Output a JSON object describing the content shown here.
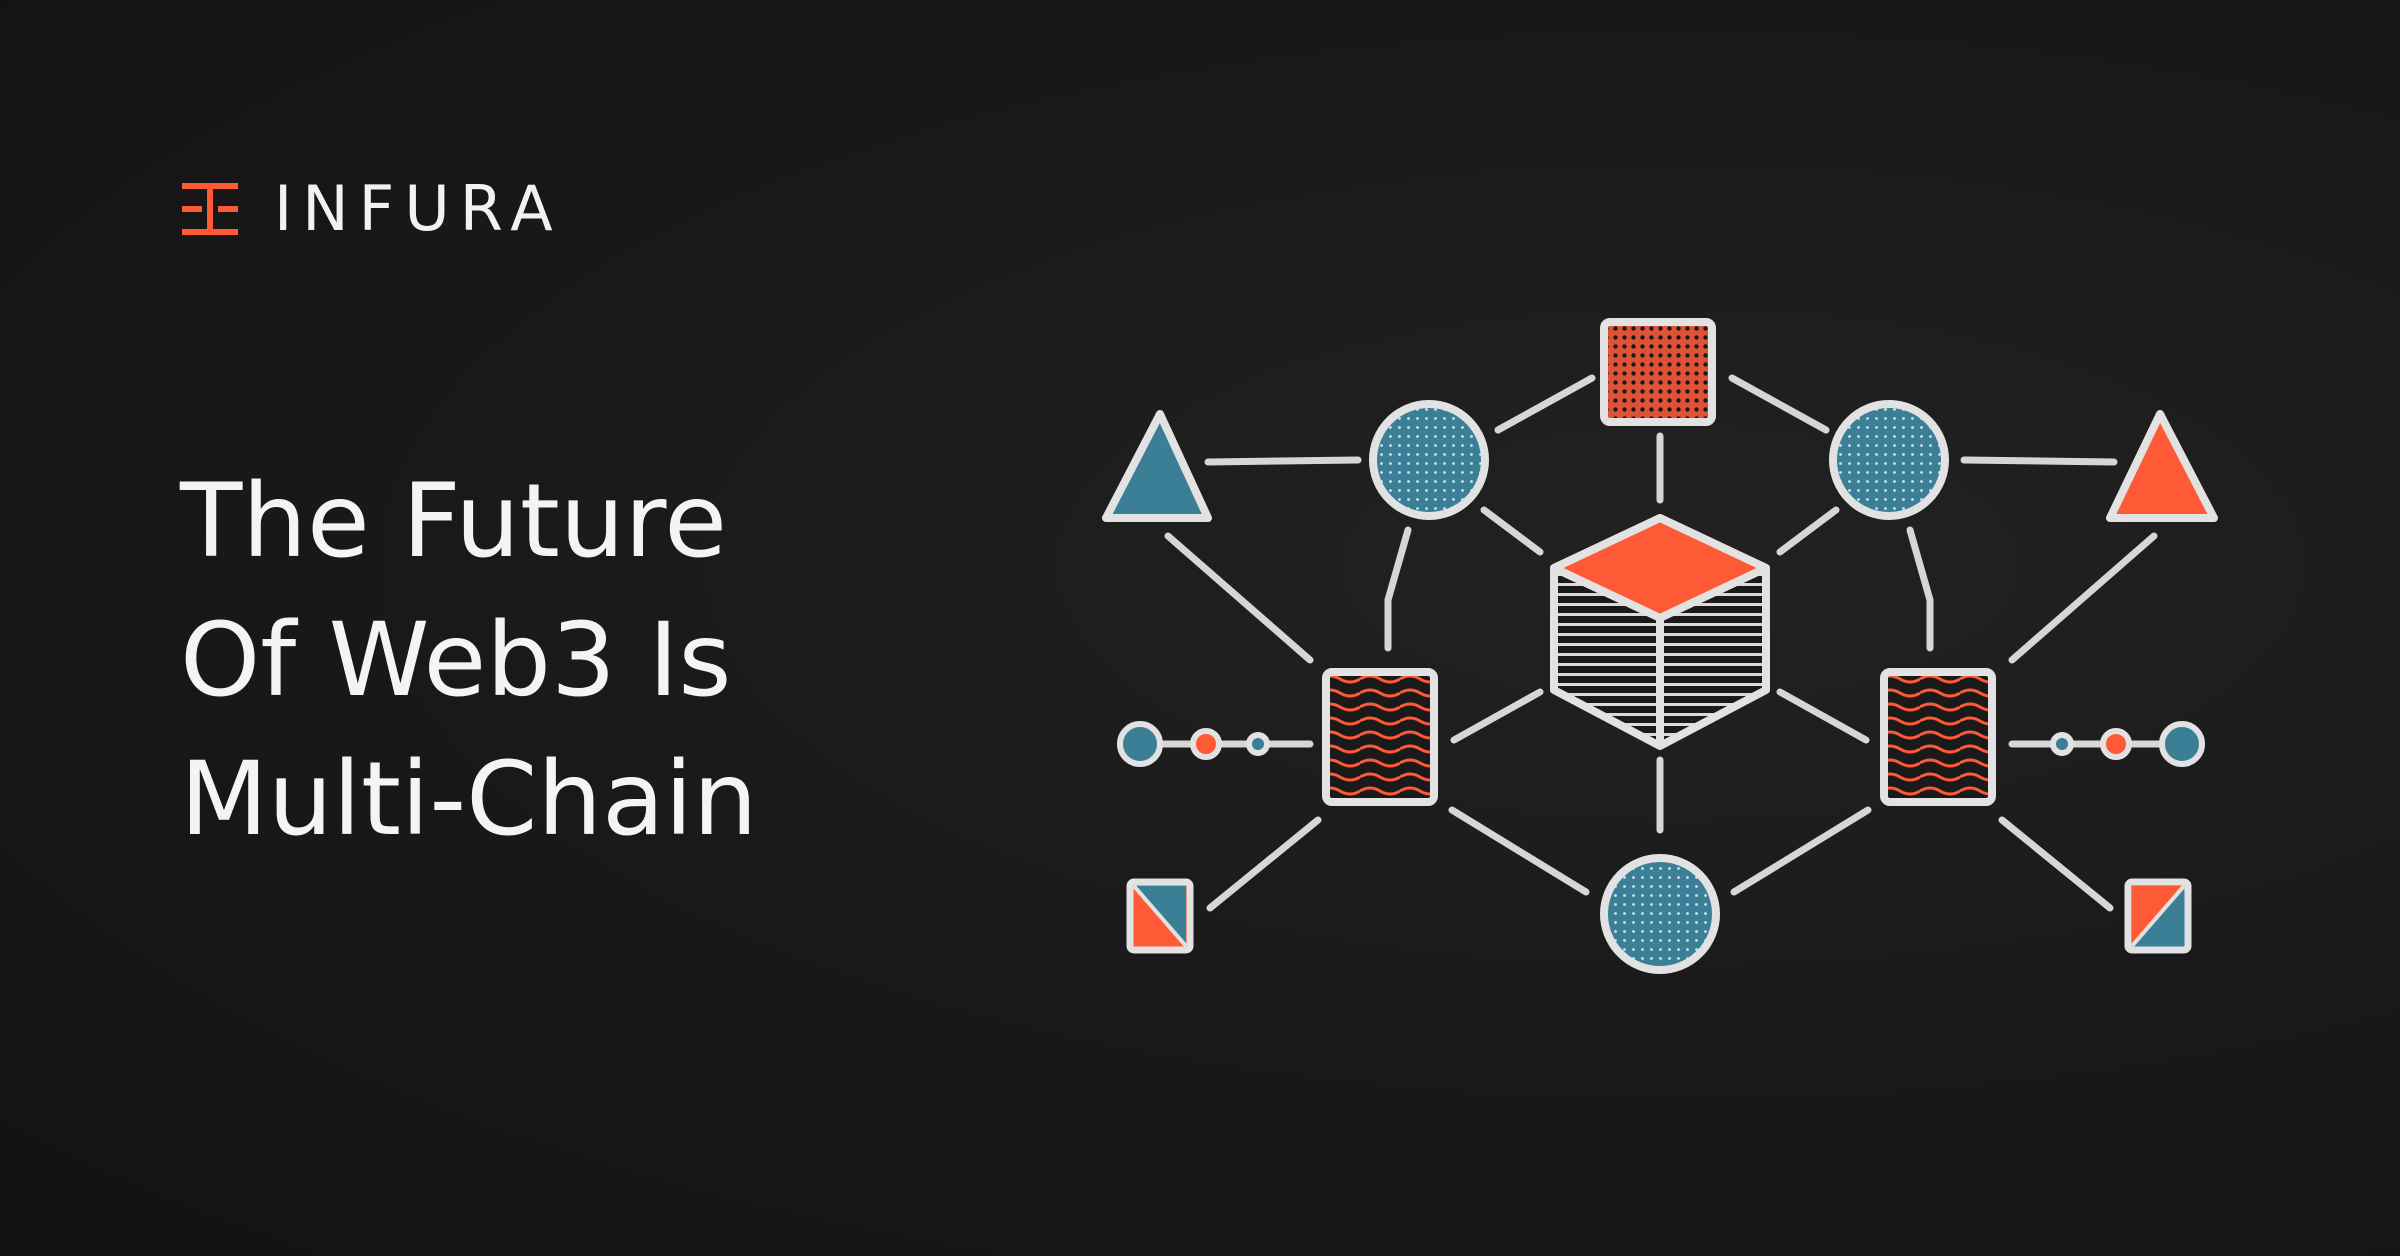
{
  "brand": {
    "name": "INFURA",
    "accent_color": "#ff5a36"
  },
  "headline": {
    "lines": [
      "The Future",
      "Of Web3 Is",
      "Multi-Chain"
    ]
  },
  "illustration": {
    "icon": "multi-chain-network-illustration",
    "colors": {
      "orange": "#ff5a36",
      "teal": "#3a7f96",
      "outline": "#d9d9d9",
      "background": "#161616"
    }
  }
}
